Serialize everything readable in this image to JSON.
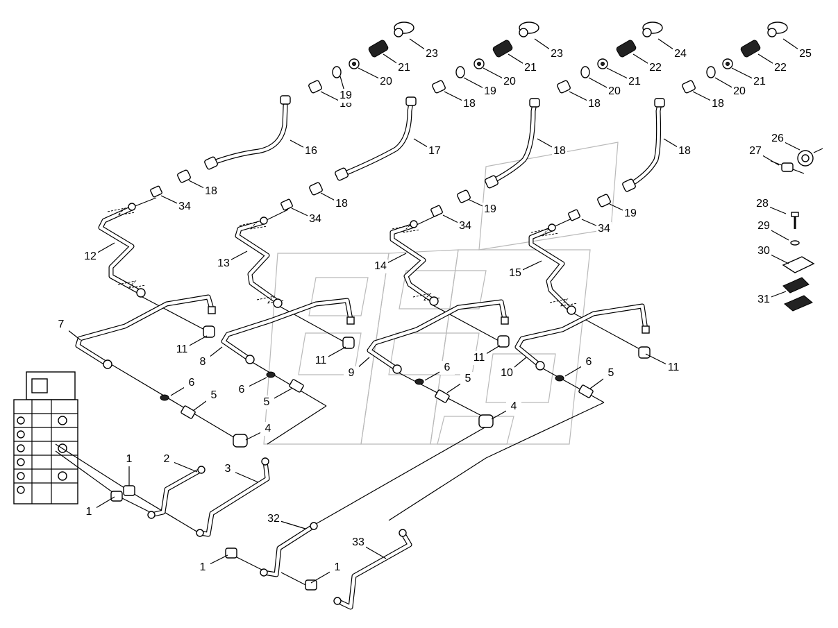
{
  "diagram": {
    "callouts": [
      "1",
      "1",
      "1",
      "1",
      "2",
      "3",
      "4",
      "4",
      "5",
      "5",
      "5",
      "5",
      "6",
      "6",
      "6",
      "6",
      "7",
      "8",
      "9",
      "10",
      "11",
      "11",
      "11",
      "11",
      "12",
      "13",
      "14",
      "15",
      "16",
      "17",
      "18",
      "18",
      "18",
      "18",
      "18",
      "18",
      "18",
      "18",
      "19",
      "19",
      "19",
      "19",
      "20",
      "20",
      "20",
      "20",
      "21",
      "21",
      "21",
      "21",
      "22",
      "22",
      "23",
      "23",
      "24",
      "25",
      "26",
      "27",
      "28",
      "29",
      "30",
      "31",
      "32",
      "33",
      "34",
      "34",
      "34",
      "34"
    ]
  }
}
